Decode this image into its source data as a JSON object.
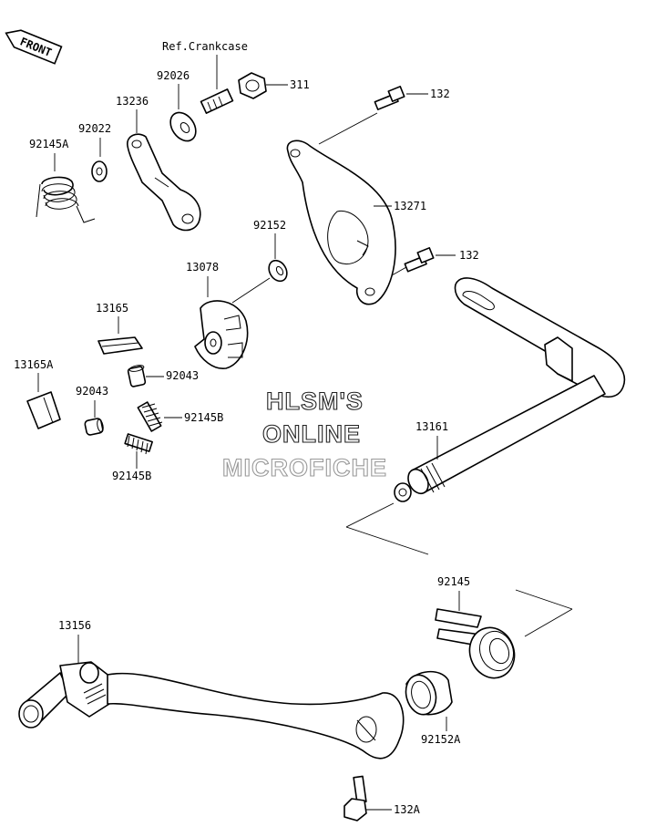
{
  "front_tag": "FRONT",
  "ref_note": "Ref.Crankcase",
  "watermark": [
    "HLSM'S",
    "ONLINE",
    "MICROFICHE"
  ],
  "labels": {
    "p92026": "92026",
    "p311": "311",
    "p132a": "132",
    "p13236": "13236",
    "p92022": "92022",
    "p92145A": "92145A",
    "p13271": "13271",
    "p92152": "92152",
    "p132b": "132",
    "p13078": "13078",
    "p13165": "13165",
    "p13165A": "13165A",
    "p92043a": "92043",
    "p92043b": "92043",
    "p92145Ba": "92145B",
    "p92145Bb": "92145B",
    "p13161": "13161",
    "p92145": "92145",
    "p13156": "13156",
    "p92152A": "92152A",
    "p132A": "132A"
  }
}
